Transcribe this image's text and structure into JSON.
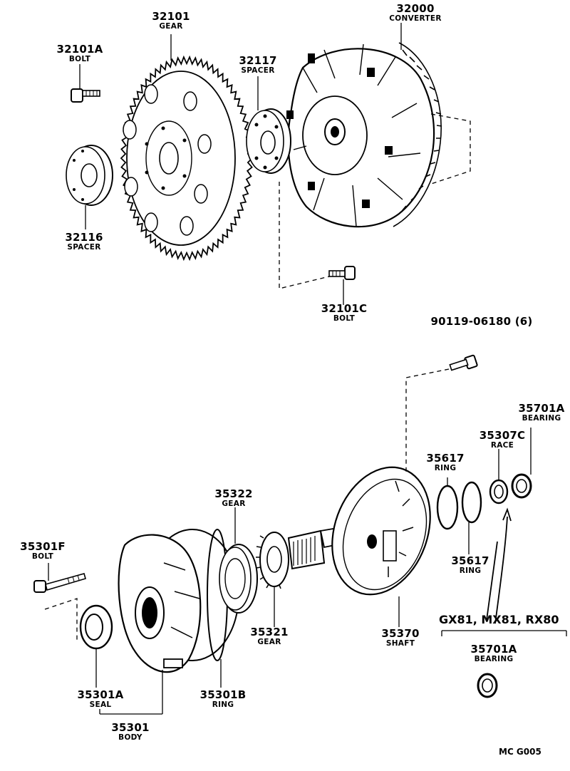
{
  "parts": {
    "p32101": {
      "num": "32101",
      "name": "GEAR"
    },
    "p32000": {
      "num": "32000",
      "name": "CONVERTER"
    },
    "p32101A": {
      "num": "32101A",
      "name": "BOLT"
    },
    "p32117": {
      "num": "32117",
      "name": "SPACER"
    },
    "p32116": {
      "num": "32116",
      "name": "SPACER"
    },
    "p32101C": {
      "num": "32101C",
      "name": "BOLT"
    },
    "p90119": {
      "num": "90119-06180 (6)"
    },
    "p35701A_top": {
      "num": "35701A",
      "name": "BEARING"
    },
    "p35307C": {
      "num": "35307C",
      "name": "RACE"
    },
    "p35617_top": {
      "num": "35617",
      "name": "RING"
    },
    "p35617_bot": {
      "num": "35617",
      "name": "RING"
    },
    "p35322": {
      "num": "35322",
      "name": "GEAR"
    },
    "p35301F": {
      "num": "35301F",
      "name": "BOLT"
    },
    "p35321": {
      "num": "35321",
      "name": "GEAR"
    },
    "p35370": {
      "num": "35370",
      "name": "SHAFT"
    },
    "p35301A": {
      "num": "35301A",
      "name": "SEAL"
    },
    "p35301B": {
      "num": "35301B",
      "name": "RING"
    },
    "p35301": {
      "num": "35301",
      "name": "BODY"
    },
    "p35701A_bot": {
      "num": "35701A",
      "name": "BEARING"
    }
  },
  "models": "GX81, MX81, RX80",
  "figure_code": "MC G005",
  "icons": {
    "gear": "ring-gear-icon",
    "converter": "torque-converter-icon",
    "bolt": "bolt-icon"
  },
  "colors": {
    "ink": "#000000",
    "paper": "#ffffff"
  }
}
